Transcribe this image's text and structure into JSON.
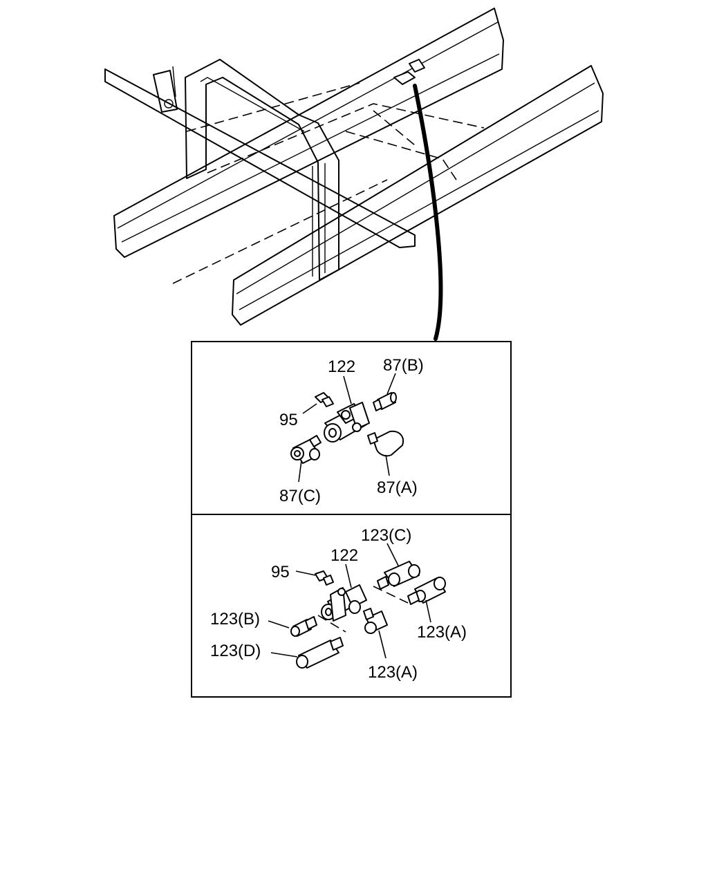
{
  "upper_panel": {
    "callouts": {
      "tee": "122",
      "bolt": "95",
      "elbow_b": "87(B)",
      "elbow_c": "87(C)",
      "elbow_a": "87(A)"
    }
  },
  "lower_panel": {
    "callouts": {
      "tee": "122",
      "bolt": "95",
      "fitting_c": "123(C)",
      "fitting_a_right": "123(A)",
      "fitting_a_bottom": "123(A)",
      "fitting_b": "123(B)",
      "fitting_d": "123(D)"
    }
  }
}
